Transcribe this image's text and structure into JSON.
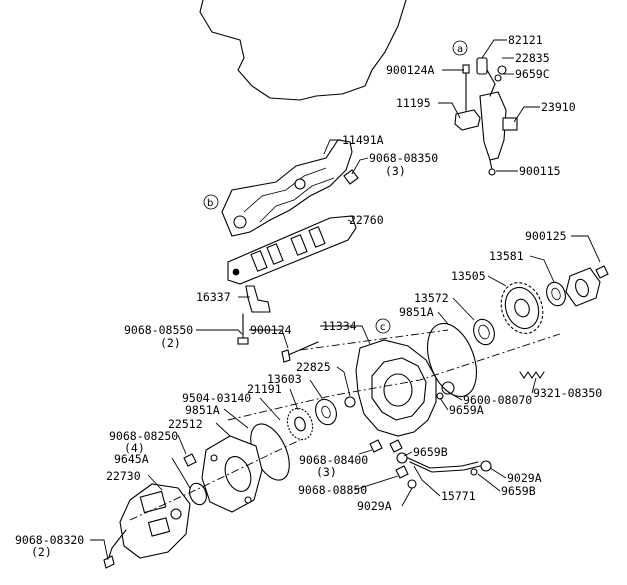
{
  "diagram": {
    "callouts": [
      "a",
      "b",
      "c"
    ],
    "labels": {
      "p82121": "82121",
      "p22835": "22835",
      "p9659C": "9659C",
      "p900124A": "900124A",
      "p11195": "11195",
      "p23910": "23910",
      "p900115": "900115",
      "p11491A": "11491A",
      "p9068_08350": "9068-08350",
      "p9068_08350_qty": "(3)",
      "p22760": "22760",
      "p900125": "900125",
      "p13581": "13581",
      "p13505": "13505",
      "p13572": "13572",
      "p9851A_top": "9851A",
      "p16337": "16337",
      "p9068_08550": "9068-08550",
      "p9068_08550_qty": "(2)",
      "p900124": "900124",
      "p11334": "11334",
      "p22825": "22825",
      "p13603": "13603",
      "p21191": "21191",
      "p9504_03140": "9504-03140",
      "p9851A_bottom": "9851A",
      "p22512": "22512",
      "p9068_08250": "9068-08250",
      "p9068_08250_qty": "(4)",
      "p9645A": "9645A",
      "p22730": "22730",
      "p9068_08320": "9068-08320",
      "p9068_08320_qty": "(2)",
      "p9600_08070": "9600-08070",
      "p9659A": "9659A",
      "p9321_08350": "9321-08350",
      "p9068_08400": "9068-08400",
      "p9068_08400_qty": "(3)",
      "p9659B_left": "9659B",
      "p9068_08850": "9068-08850",
      "p9029A_left": "9029A",
      "p15771": "15771",
      "p9029A_right": "9029A",
      "p9659B_right": "9659B"
    }
  }
}
